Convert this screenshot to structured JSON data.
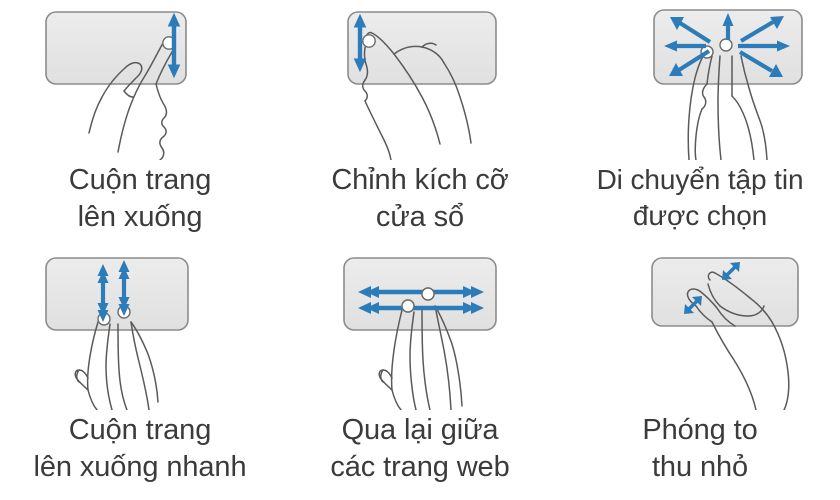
{
  "page": {
    "title": "Touchpad gesture guide",
    "background_color": "#ffffff",
    "text_color": "#3b3b3b",
    "arrow_color": "#2b7cb8",
    "arrow_color_light": "#61a9d4",
    "touchpad_fill": "#e6e6e6",
    "touchpad_border": "#8c8c8c",
    "hand_line_color": "#555555",
    "columns": 3,
    "rows": 2
  },
  "panels": [
    {
      "id": "scroll-page",
      "gesture": "one-finger-vertical-scroll",
      "icon": "touchpad-one-finger-vertical-arrow",
      "caption_line1": "Cuộn trang",
      "caption_line2": "lên xuống"
    },
    {
      "id": "resize-window",
      "gesture": "one-finger-edge-vertical-drag",
      "icon": "touchpad-one-finger-left-edge-vertical-arrow",
      "caption_line1": "Chỉnh kích cỡ",
      "caption_line2": "cửa sổ"
    },
    {
      "id": "move-selected-file",
      "gesture": "three-finger-omnidirectional-drag",
      "icon": "touchpad-three-finger-eight-way-arrows",
      "caption_line1": "Di chuyển tập tin",
      "caption_line2": "được chọn"
    },
    {
      "id": "fast-scroll-page",
      "gesture": "two-finger-vertical-fast-scroll",
      "icon": "touchpad-two-finger-double-vertical-arrows",
      "caption_line1": "Cuộn trang",
      "caption_line2": "lên xuống nhanh"
    },
    {
      "id": "navigate-web-pages",
      "gesture": "two-finger-horizontal-swipe",
      "icon": "touchpad-two-finger-double-horizontal-arrows",
      "caption_line1": "Qua lại giữa",
      "caption_line2": "các trang web"
    },
    {
      "id": "zoom-in-out",
      "gesture": "two-finger-pinch-zoom",
      "icon": "touchpad-pinch-diagonal-arrows",
      "caption_line1": "Phóng to",
      "caption_line2": "thu nhỏ"
    }
  ]
}
